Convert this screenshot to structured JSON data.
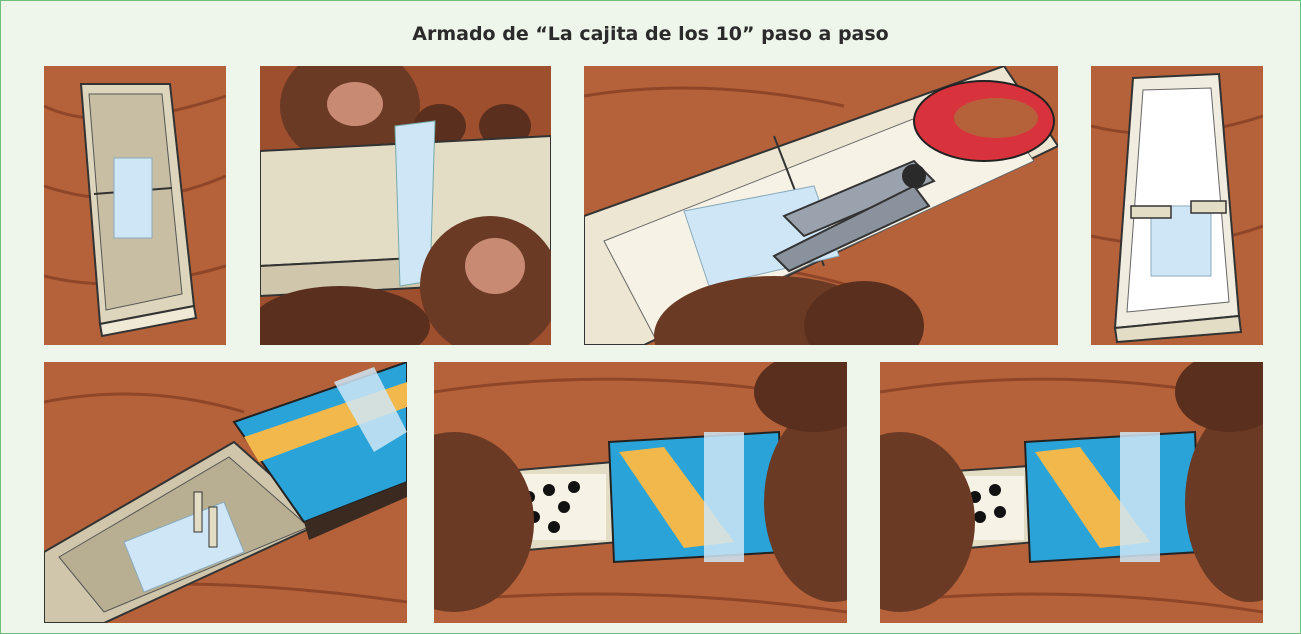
{
  "header": {
    "title": "Armado de “La cajita de los 10” paso a paso"
  },
  "steps": [
    {
      "illustration": "open-matchbox-tray-with-tape"
    },
    {
      "illustration": "hands-wrapping-tape-around-strip"
    },
    {
      "illustration": "scissors-cutting-tape-between-trays"
    },
    {
      "illustration": "tray-with-divider-tabs"
    },
    {
      "illustration": "tray-sliding-into-striped-cover"
    },
    {
      "illustration": "hands-holding-box-showing-many-dots"
    },
    {
      "illustration": "hands-holding-box-showing-few-dots"
    }
  ],
  "colors": {
    "frame_border": "#6cc07a",
    "frame_background": "#eef5ea",
    "wood": "#b5623a",
    "tape": "#cfe6f7",
    "cover_blue": "#2aa3d8",
    "cover_stripe": "#f2b84b",
    "scissors": "#d8323c",
    "skin": "#6b3a24"
  }
}
